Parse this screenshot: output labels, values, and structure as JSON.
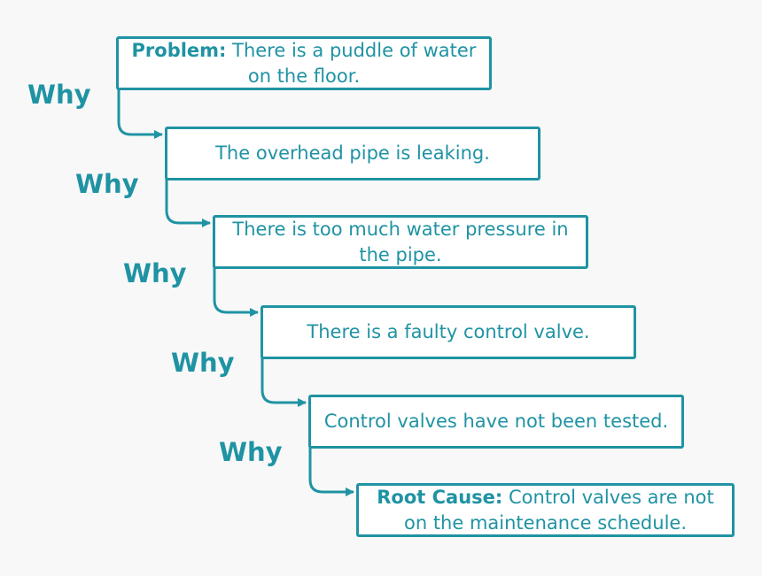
{
  "why_label": "Why",
  "steps": [
    {
      "prefix": "Problem:",
      "text": " There is a puddle of water on the floor."
    },
    {
      "prefix": "",
      "text": "The overhead pipe is leaking."
    },
    {
      "prefix": "",
      "text": "There is too much water pressure in the pipe."
    },
    {
      "prefix": "",
      "text": "There is a faulty control valve."
    },
    {
      "prefix": "",
      "text": "Control valves have not been tested."
    },
    {
      "prefix": "Root Cause:",
      "text": " Control valves are not on the maintenance schedule."
    }
  ],
  "colors": {
    "accent": "#1f93a3",
    "background": "#f8f8f8",
    "box_fill": "#ffffff"
  }
}
